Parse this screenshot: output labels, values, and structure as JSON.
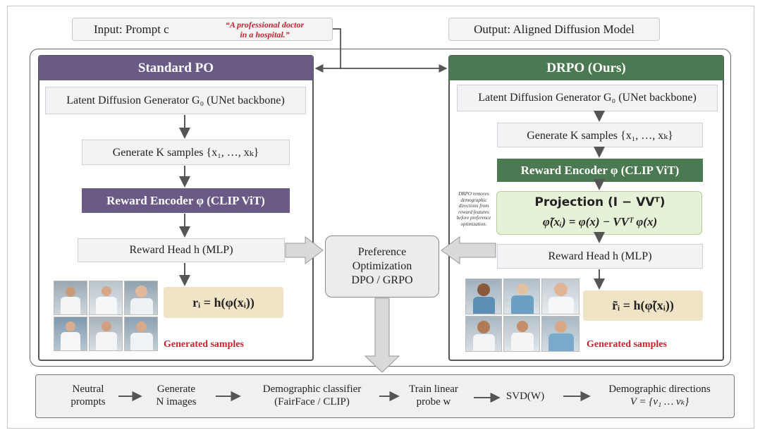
{
  "input": {
    "label": "Input: Prompt c",
    "quote_line1": "“A professional doctor",
    "quote_line2": "in a hospital.”"
  },
  "output": {
    "label": "Output: Aligned Diffusion Model"
  },
  "standard": {
    "header": "Standard PO",
    "generator": "Latent Diffusion Generator G₀ (UNet backbone)",
    "samples": "Generate K samples {x₁, …, xₖ}",
    "encoder": "Reward Encoder φ (CLIP ViT)",
    "head": "Reward Head h (MLP)",
    "reward": "rᵢ = h(φ(xᵢ))",
    "samples_label": "Generated samples"
  },
  "drpo": {
    "header": "DRPO (Ours)",
    "generator": "Latent Diffusion Generator G₀ (UNet backbone)",
    "samples": "Generate K samples {x₁, …, xₖ}",
    "encoder": "Reward Encoder φ (CLIP ViT)",
    "projection_title": "Projection (I − VVᵀ)",
    "projection_formula": "φ̃(xᵢ) = φ(x) − VVᵀ φ(x)",
    "head": "Reward Head h (MLP)",
    "reward": "r̃ᵢ = h(φ̃(xᵢ))",
    "samples_label": "Generated samples",
    "note": "DRPO removes demographic directions from reward features before preference optimization."
  },
  "preference": {
    "line1": "Preference",
    "line2": "Optimization",
    "line3": "DPO / GRPO"
  },
  "pipeline": {
    "s1a": "Neutral",
    "s1b": "prompts",
    "s2a": "Generate",
    "s2b": "N images",
    "s3a": "Demographic classifier",
    "s3b": "(FairFace / CLIP)",
    "s4a": "Train linear",
    "s4b": "probe w",
    "s5": "SVD(W)",
    "s6a": "Demographic directions",
    "s6b": "V = {v₁ … vₖ}"
  },
  "colors": {
    "purple": "#6a5a86",
    "green": "#4b7a52",
    "red": "#c0242e",
    "beige": "#efe4c6",
    "projection": "#e6f2d8"
  }
}
